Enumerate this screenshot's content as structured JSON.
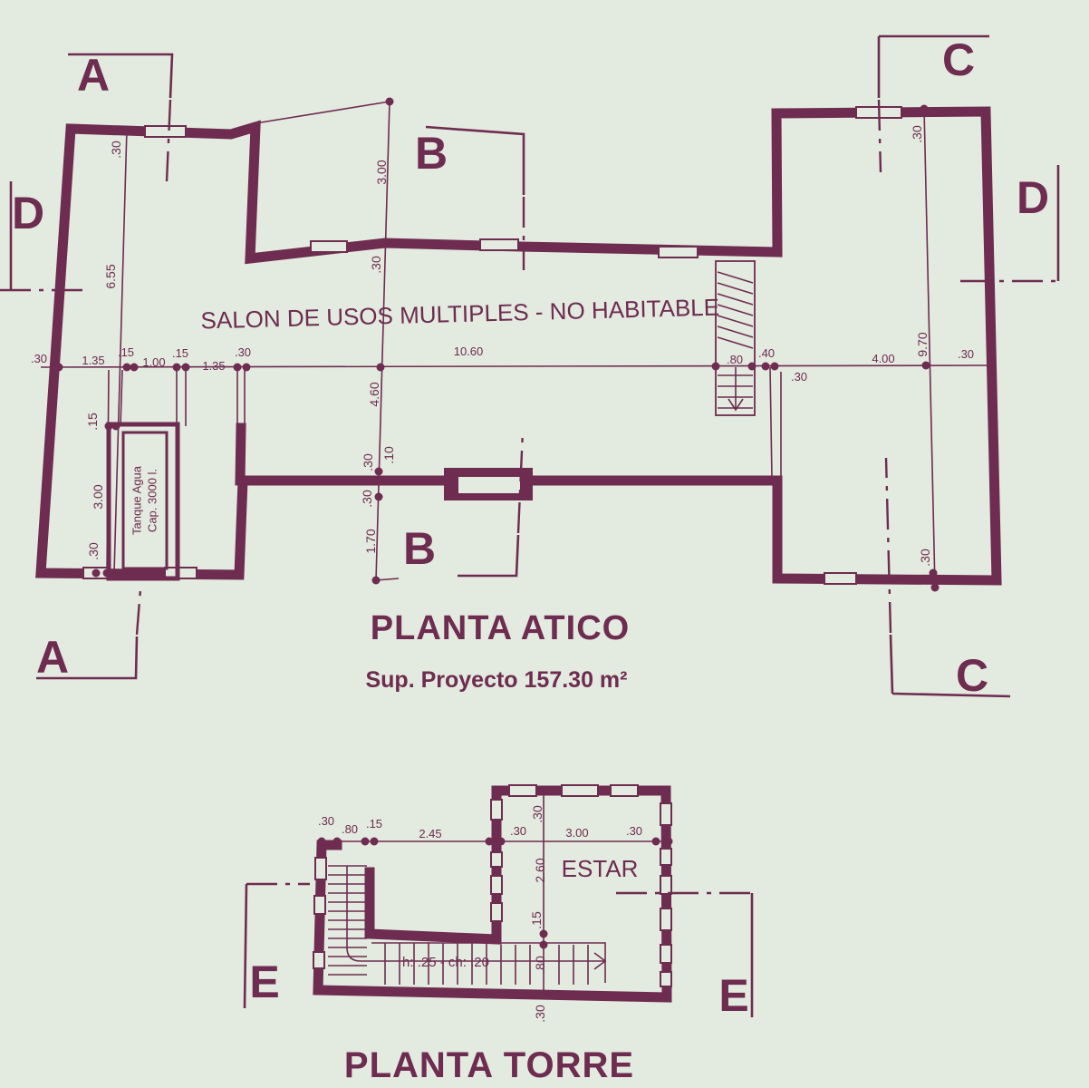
{
  "colors": {
    "paper": "#e3eadf",
    "ink": "#6d2c50"
  },
  "planta_atico": {
    "title": "PLANTA ATICO",
    "surface": "Sup. Proyecto 157.30 m²",
    "room_label": "SALON DE USOS MULTIPLES - NO HABITABLE",
    "tank": {
      "line1": "Tanque Agua",
      "line2": "Cap. 3000 l."
    },
    "sections": {
      "a_top": "A",
      "a_bottom": "A",
      "b_top": "B",
      "b_bottom": "B",
      "c_top": "C",
      "c_bottom": "C",
      "d_left": "D",
      "d_right": "D"
    },
    "dimensions": {
      "horizontal": [
        ".30",
        "1.35",
        ".15",
        "1.00",
        ".15",
        "1.35",
        ".30",
        "10.60",
        ".80",
        ".40",
        ".30",
        "4.00",
        ".30"
      ],
      "left_vertical": [
        ".30",
        "6.55",
        ".15",
        "3.00",
        ".30"
      ],
      "center_vertical": [
        "3.00",
        ".30",
        "4.60",
        ".30",
        ".10",
        ".30",
        "1.70"
      ],
      "right_vertical": [
        ".30",
        "9.70",
        ".30"
      ]
    }
  },
  "planta_torre": {
    "title": "PLANTA TORRE",
    "room_label": "ESTAR",
    "stair_note": "h: .25 - ch: .20",
    "sections": {
      "e_left": "E",
      "e_right": "E"
    },
    "dimensions": {
      "horizontal": [
        ".30",
        ".80",
        ".15",
        "2.45",
        ".30",
        "3.00",
        ".30"
      ],
      "vertical": [
        ".30",
        "2.60",
        ".15",
        ".80",
        ".30"
      ]
    }
  }
}
